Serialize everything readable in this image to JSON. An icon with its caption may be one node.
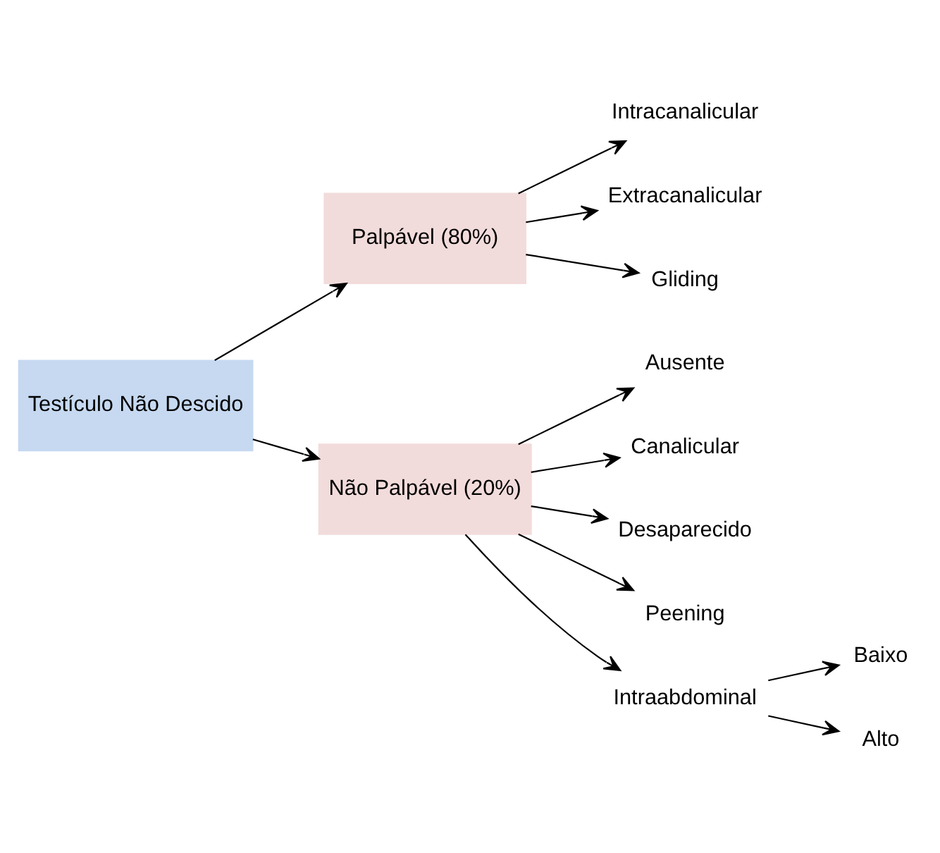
{
  "diagram": {
    "nodes": [
      {
        "text": [
          "Testículo Não Descido"
        ]
      },
      {
        "text": [
          "Palpável (80%)"
        ]
      },
      {
        "text": [
          "Não Palpável (20%)"
        ]
      },
      {
        "text": [
          "Intracanalicular"
        ]
      },
      {
        "text": [
          "Extracanalicular"
        ]
      },
      {
        "text": [
          "Gliding"
        ]
      },
      {
        "text": [
          "Ausente"
        ]
      },
      {
        "text": [
          "Canalicular"
        ]
      },
      {
        "text": [
          "Desaparecido"
        ]
      },
      {
        "text": [
          "Peening"
        ]
      },
      {
        "text": [
          "Intraabdominal"
        ]
      },
      {
        "text": [
          "Baixo"
        ]
      },
      {
        "text": [
          "Alto"
        ]
      }
    ],
    "edges": [
      {
        "from": 0,
        "to": 1,
        "arrow": "to"
      },
      {
        "from": 0,
        "to": 2,
        "arrow": "to"
      },
      {
        "from": 1,
        "to": 3,
        "arrow": "to"
      },
      {
        "from": 1,
        "to": 4,
        "arrow": "to"
      },
      {
        "from": 1,
        "to": 5,
        "arrow": "to"
      },
      {
        "from": 2,
        "to": 6,
        "arrow": "to"
      },
      {
        "from": 2,
        "to": 7,
        "arrow": "to"
      },
      {
        "from": 2,
        "to": 8,
        "arrow": "to"
      },
      {
        "from": 2,
        "to": 9,
        "arrow": "to"
      },
      {
        "from": 2,
        "to": 10,
        "arrow": "to"
      },
      {
        "from": 10,
        "to": 11,
        "arrow": "to"
      },
      {
        "from": 10,
        "to": 12,
        "arrow": "to"
      }
    ]
  }
}
